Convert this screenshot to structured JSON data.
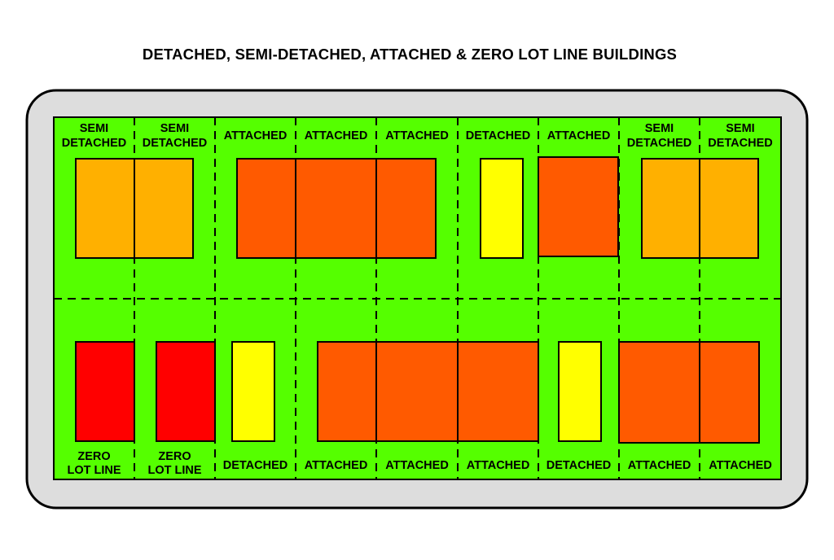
{
  "title": "DETACHED, SEMI-DETACHED, ATTACHED & ZERO LOT LINE BUILDINGS",
  "colors": {
    "lawn": "#55ff00",
    "sidewalk": "#dddddd",
    "semi_detached": "#ffb000",
    "attached": "#ff5a00",
    "detached": "#ffff00",
    "zero_lot_line": "#ff0000",
    "outline": "#000000"
  },
  "top_row_lots": [
    {
      "lines": [
        "SEMI",
        "DETACHED"
      ],
      "building": "semi_detached"
    },
    {
      "lines": [
        "SEMI",
        "DETACHED"
      ],
      "building": "semi_detached"
    },
    {
      "lines": [
        "ATTACHED"
      ],
      "building": "attached"
    },
    {
      "lines": [
        "ATTACHED"
      ],
      "building": "attached"
    },
    {
      "lines": [
        "ATTACHED"
      ],
      "building": "attached"
    },
    {
      "lines": [
        "DETACHED"
      ],
      "building": "detached"
    },
    {
      "lines": [
        "ATTACHED"
      ],
      "building": "attached"
    },
    {
      "lines": [
        "SEMI",
        "DETACHED"
      ],
      "building": "semi_detached"
    },
    {
      "lines": [
        "SEMI",
        "DETACHED"
      ],
      "building": "semi_detached"
    }
  ],
  "bottom_row_lots": [
    {
      "lines": [
        "ZERO",
        "LOT LINE"
      ],
      "building": "zero_lot_line"
    },
    {
      "lines": [
        "ZERO",
        "LOT LINE"
      ],
      "building": "zero_lot_line"
    },
    {
      "lines": [
        "DETACHED"
      ],
      "building": "detached"
    },
    {
      "lines": [
        "ATTACHED"
      ],
      "building": "attached"
    },
    {
      "lines": [
        "ATTACHED"
      ],
      "building": "attached"
    },
    {
      "lines": [
        "ATTACHED"
      ],
      "building": "attached"
    },
    {
      "lines": [
        "DETACHED"
      ],
      "building": "detached"
    },
    {
      "lines": [
        "ATTACHED"
      ],
      "building": "attached"
    },
    {
      "lines": [
        "ATTACHED"
      ],
      "building": "attached"
    }
  ]
}
